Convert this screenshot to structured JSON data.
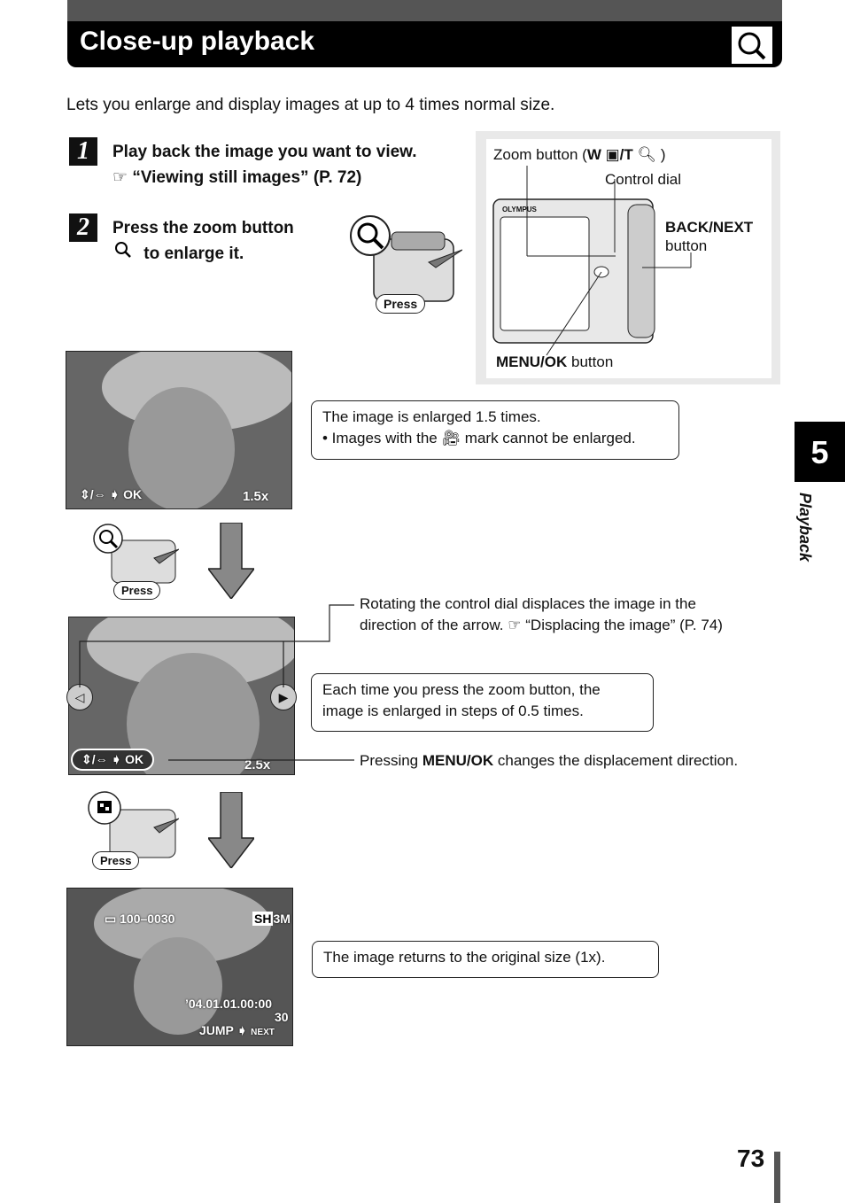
{
  "header": {
    "title": "Close-up playback",
    "icon": "magnifier-icon"
  },
  "intro": "Lets you enlarge and display images at up to 4 times normal size.",
  "steps": [
    {
      "num": "1",
      "line1": "Play back the image you want to view.",
      "ref": "“Viewing still images” (P. 72)"
    },
    {
      "num": "2",
      "line1": "Press the zoom button",
      "line2": "to enlarge it."
    }
  ],
  "camera": {
    "zoom_label_prefix": "Zoom button (",
    "zoom_w": "W",
    "zoom_t": "/T",
    "zoom_label_suffix": ")",
    "control_dial": "Control dial",
    "back_next_bold": "BACK/NEXT",
    "back_next_rest": "button",
    "menu_ok_bold": "MENU/OK",
    "menu_ok_rest": "button",
    "brand": "OLYMPUS"
  },
  "press_label": "Press",
  "callouts": {
    "enlarged_line1": "The image is enlarged 1.5 times.",
    "enlarged_line2_a": "• Images with the",
    "enlarged_line2_b": "mark cannot be enlarged.",
    "rotate_line1": "Rotating the control dial displaces the image in the",
    "rotate_line2_a": "direction of the arrow.",
    "rotate_line2_b": "“Displacing the image” (P. 74)",
    "each_time": "Each time you press the zoom button, the image is enlarged in steps of 0.5 times.",
    "pressing_a": "Pressing",
    "pressing_bold": "MENU/OK",
    "pressing_b": "changes the displacement direction.",
    "returns": "The image returns to the original size (1x)."
  },
  "screens": {
    "zoom1": "1.5x",
    "zoom2": "2.5x",
    "ok_label": "OK",
    "file_no": "100–0030",
    "quality": "SH",
    "size": "3M",
    "datetime": "’04.01.01.00:00",
    "frame": "30",
    "jump": "JUMP",
    "next": "NEXT"
  },
  "side": {
    "chapter": "5",
    "label": "Playback"
  },
  "page_number": "73"
}
